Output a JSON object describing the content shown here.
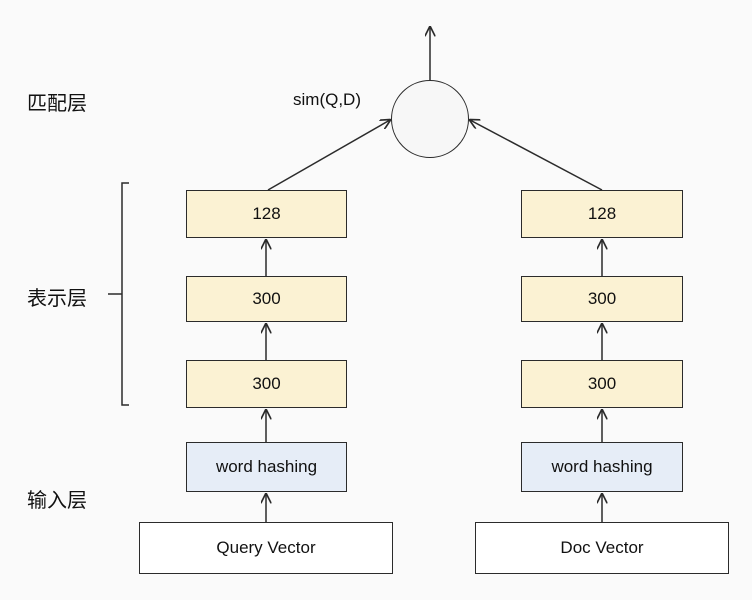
{
  "layers": {
    "matching": "匹配层",
    "representation": "表示层",
    "input": "输入层"
  },
  "similarity_label": "sim(Q,D)",
  "query_tower": {
    "input": "Query Vector",
    "hashing": "word hashing",
    "layers": [
      "300",
      "300",
      "128"
    ]
  },
  "doc_tower": {
    "input": "Doc Vector",
    "hashing": "word hashing",
    "layers": [
      "300",
      "300",
      "128"
    ]
  },
  "colors": {
    "representation_fill": "#fbf2d3",
    "hashing_fill": "#e6edf7",
    "input_fill": "#ffffff",
    "stroke": "#2b2b2b"
  }
}
